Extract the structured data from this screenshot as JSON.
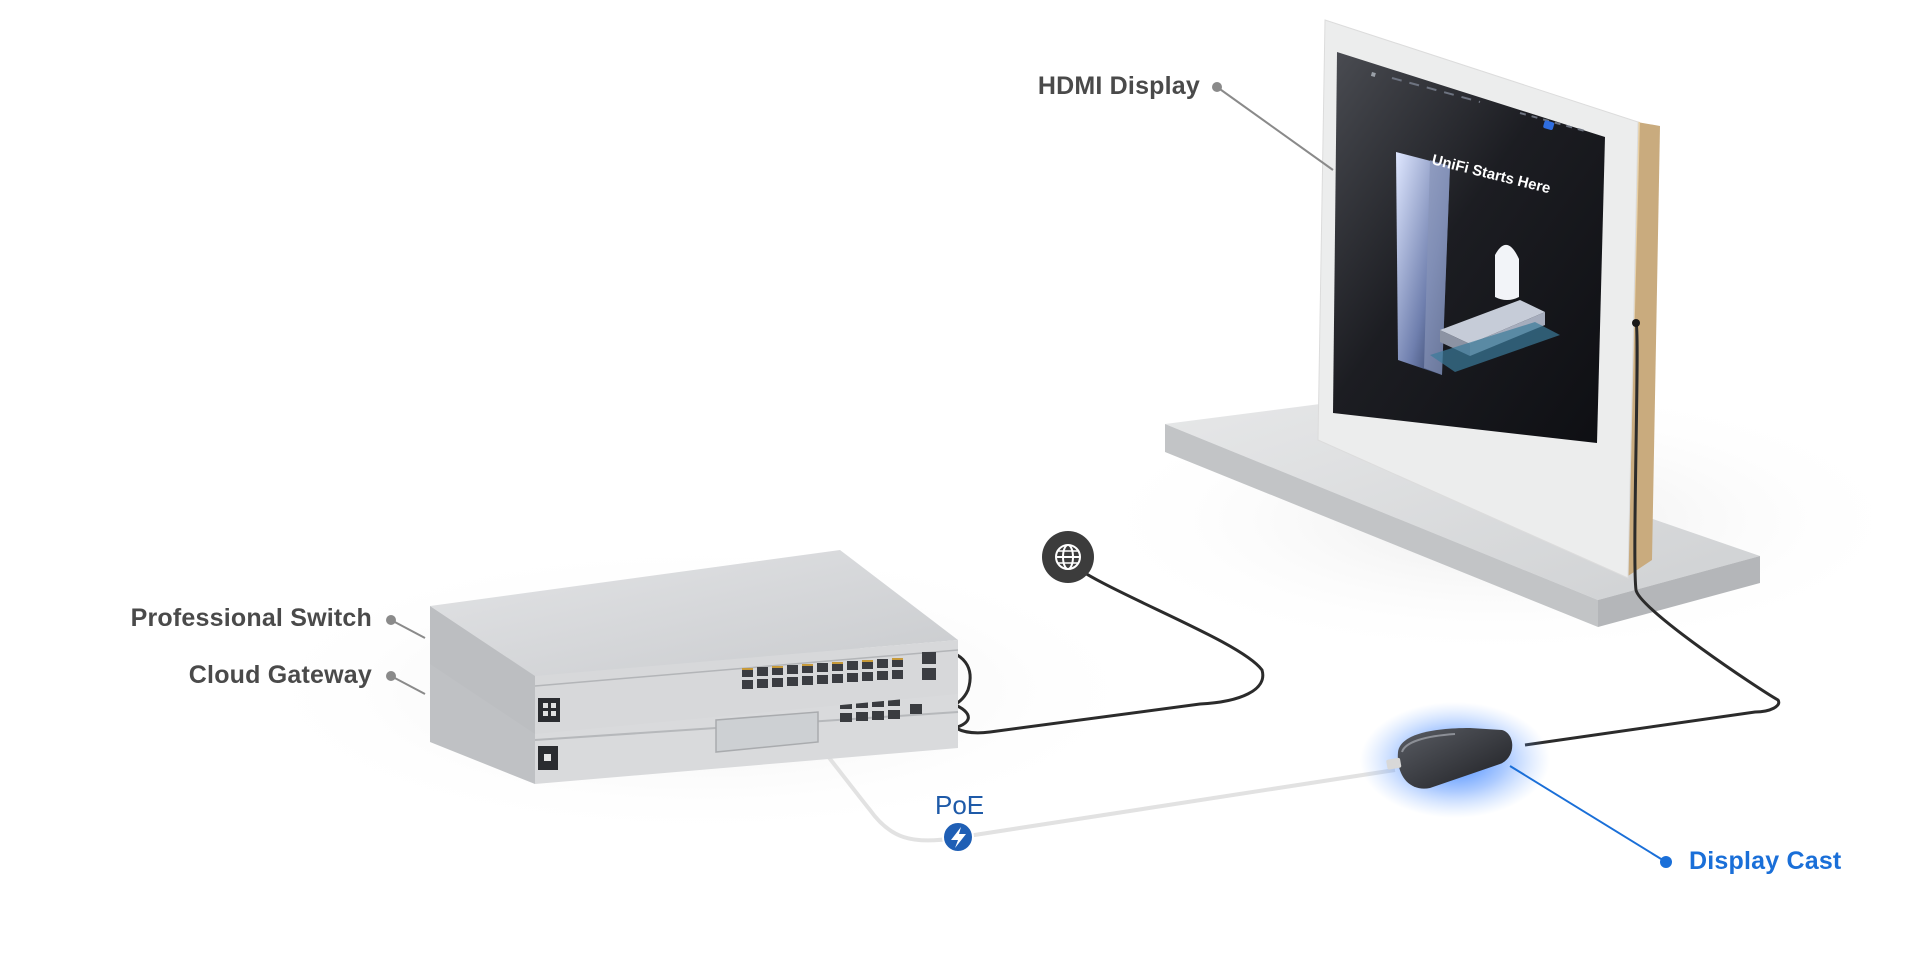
{
  "labels": {
    "hdmi_display": "HDMI Display",
    "professional_switch": "Professional Switch",
    "cloud_gateway": "Cloud Gateway",
    "display_cast": "Display Cast",
    "poe": "PoE"
  },
  "screen": {
    "headline": "UniFi Starts Here"
  },
  "icons": {
    "internet": "globe-icon",
    "power": "lightning-icon"
  },
  "colors": {
    "label_gray": "#4a4a4a",
    "accent_blue": "#1a6fd8",
    "poe_blue": "#1e5aa8",
    "cable_dark": "#2b2b2b",
    "cable_light": "#e2e2e2"
  }
}
